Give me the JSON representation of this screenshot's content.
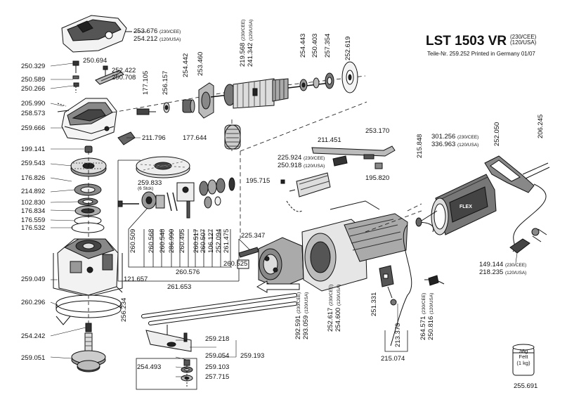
{
  "title": {
    "model": "LST 1503 VR",
    "variant_1": "(230/CEE)",
    "variant_2": "(120/USA)",
    "part_info": "Teile-Nr. 259.252 Printed in Germany 01/07"
  },
  "grease": {
    "weight": "38g",
    "name": "Fett",
    "unit": "(1 kg)",
    "part": "255.691"
  },
  "parts": {
    "p253676": "253.676",
    "p253676_v": "(230/CEE)",
    "p254212": "254.212",
    "p254212_v": "(120/USA)",
    "p250694": "250.694",
    "p250329": "250.329",
    "p252422": "252.422",
    "p250589": "250.589",
    "p250708": "250.708",
    "p250266": "250.266",
    "p177105": "177.105",
    "p256157": "256.157",
    "p254442": "254.442",
    "p253460": "253.460",
    "p219568": "219.568",
    "p219568_v": "(230/CEE)",
    "p241342": "241.342",
    "p241342_v": "(120/USA)",
    "p254443": "254.443",
    "p250403": "250.403",
    "p257354": "257.354",
    "p252619": "252.619",
    "p205990": "205.990",
    "p258573": "258.573",
    "p259666": "259.666",
    "p211796": "211.796",
    "p177644": "177.644",
    "p199141": "199.141",
    "p211451": "211.451",
    "p253170": "253.170",
    "p215848": "215.848",
    "p301256": "301.256",
    "p301256_v": "(230/CEE)",
    "p336963": "336.963",
    "p336963_v": "(120/USA)",
    "p252050": "252.050",
    "p206245": "206.245",
    "p259543": "259.543",
    "p225924": "225.924",
    "p225924_v": "(230/CEE)",
    "p250918": "250.918",
    "p250918_v": "(120/USA)",
    "p195820": "195.820",
    "p176826": "176.826",
    "p195715": "195.715",
    "p214892": "214.892",
    "p259833": "259.833",
    "p259833_v": "(6 Stck)",
    "p102830": "102.830",
    "p176834": "176.834",
    "p176559": "176.559",
    "p176532": "176.532",
    "p225347": "225.347",
    "p260509": "260.509",
    "p260568": "260.568",
    "p260548": "260.548",
    "p286990": "286.990",
    "p260495": "260.495",
    "p260517": "260.517",
    "p260507": "260.507",
    "p106127": "106.127",
    "p252094": "252.094",
    "p261475": "261.475",
    "p260525": "260.525",
    "p260576": "260.576",
    "p259049": "259.049",
    "p121657": "121.657",
    "p261653": "261.653",
    "p149144": "149.144",
    "p149144_v": "(230/CEE)",
    "p218235": "218.235",
    "p218235_v": "(120/USA)",
    "p260296": "260.296",
    "p256234": "256.234",
    "p292591": "292.591",
    "p292591_v": "(230/CEE)",
    "p293059": "293.059",
    "p293059_v": "(120/USA)",
    "p252617": "252.617",
    "p252617_v": "(230/CEE)",
    "p254600": "254.600",
    "p254600_v": "(120/USA)",
    "p251331": "251.331",
    "p264571": "264.571",
    "p264571_v": "(230/CEE)",
    "p250816": "250.816",
    "p250816_v": "(120/USA)",
    "p254242": "254.242",
    "p213373": "213.373",
    "p259218": "259.218",
    "p259054": "259.054",
    "p259193": "259.193",
    "p215074": "215.074",
    "p259051": "259.051",
    "p254493": "254.493",
    "p259103": "259.103",
    "p257715": "257.715"
  }
}
